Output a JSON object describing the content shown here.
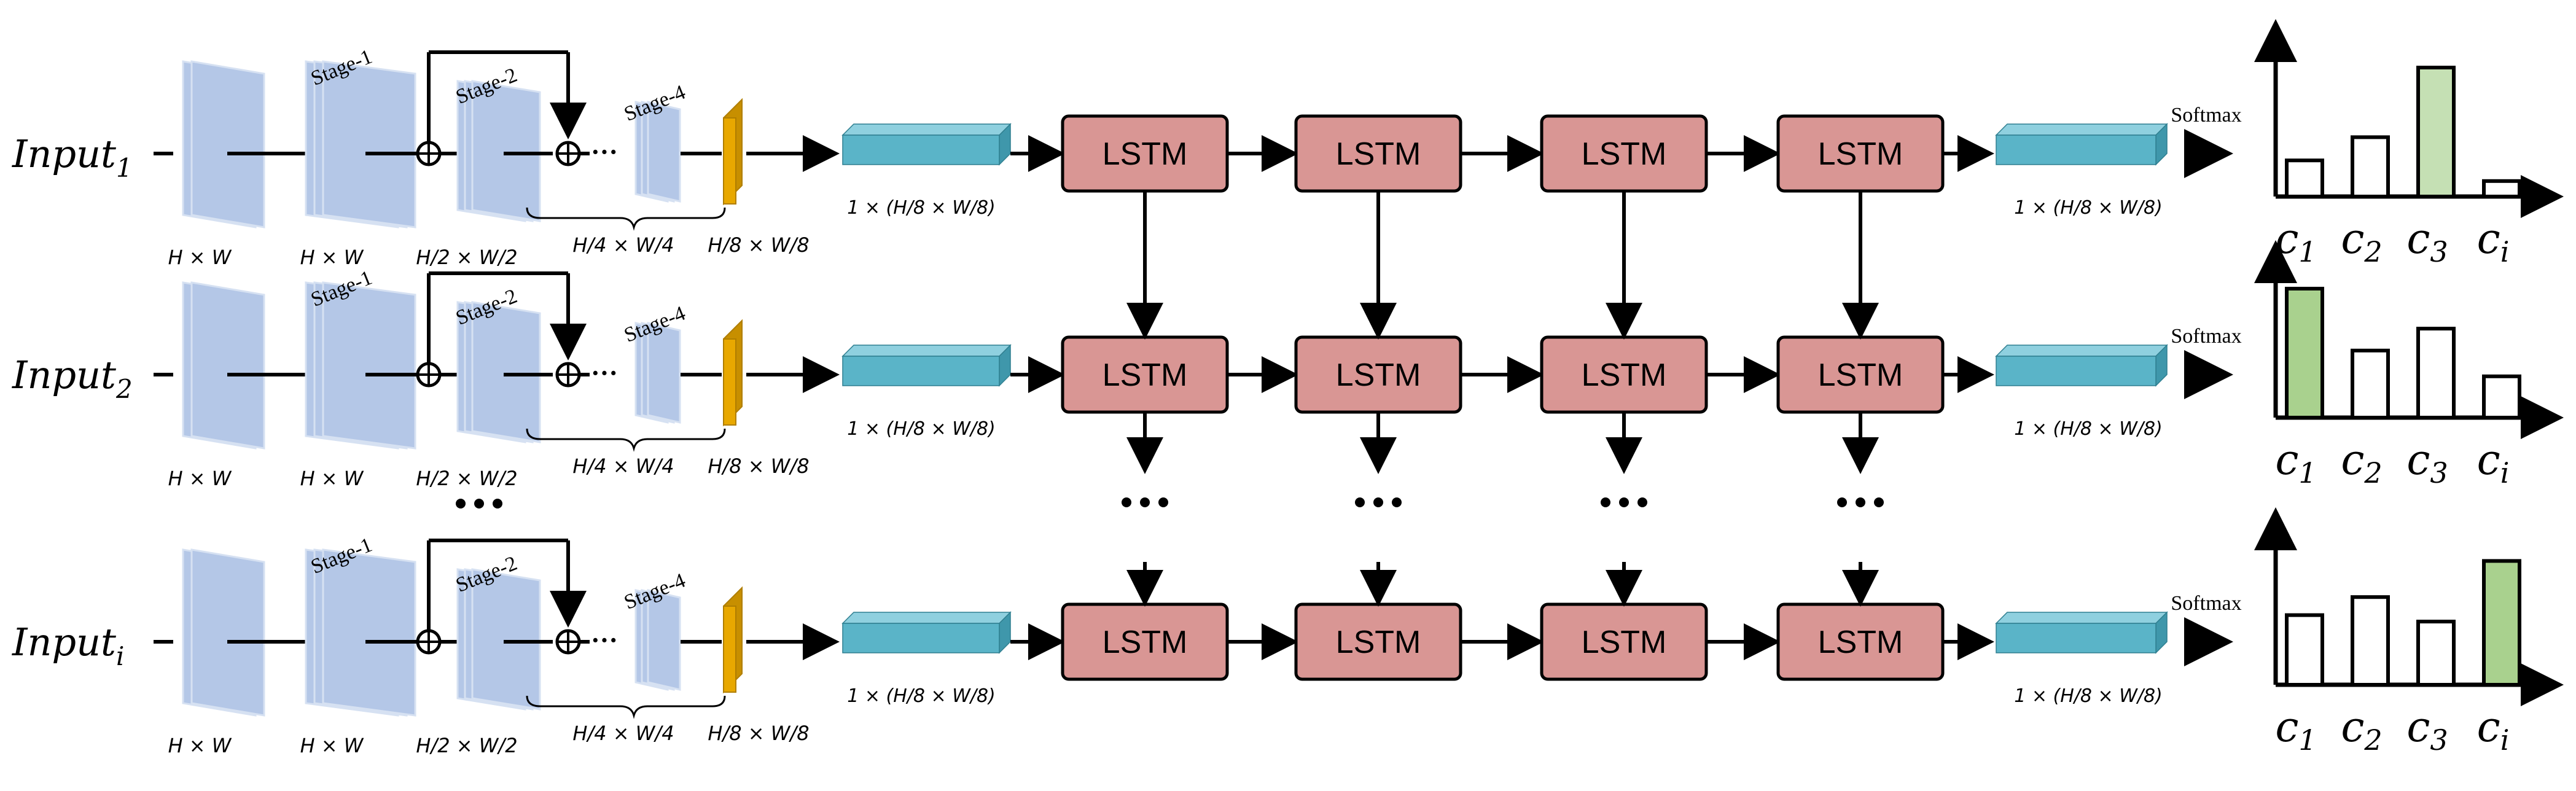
{
  "colors": {
    "feature_map": "#b4c7e7",
    "feature_map_edge": "#d6e1f2",
    "final_map": "#e8a800",
    "final_map_side": "#c78f00",
    "vector_front": "#5ab4c8",
    "vector_top": "#8fd0df",
    "vector_side": "#3f97ab",
    "lstm_fill": "#d99694",
    "line": "#000000",
    "bar_highlight": "#a9d18e",
    "bar_highlight_light": "#c5e0b4"
  },
  "rows": [
    {
      "input_label": "Input",
      "input_sub": "1",
      "stage1": "Stage-1",
      "stage2": "Stage-2",
      "stage4": "Stage-4",
      "dim_hw": "H × W",
      "dim_hw2": "H × W",
      "dim_h2": "H/2 × W/2",
      "dim_h4": "H/4 × W/4",
      "dim_h8": "H/8 × W/8",
      "vec_in": "1 × (H/8 × W/8)",
      "vec_out": "1 × (H/8 × W/8)",
      "lstm": [
        "LSTM",
        "LSTM",
        "LSTM",
        "LSTM"
      ],
      "softmax": "Softmax",
      "classes": [
        {
          "main": "c",
          "sub": "1"
        },
        {
          "main": "c",
          "sub": "2"
        },
        {
          "main": "c",
          "sub": "3"
        },
        {
          "main": "c",
          "sub": "i"
        }
      ],
      "highlight_index": 2,
      "bar_levels": [
        0.28,
        0.46,
        1.0,
        0.12
      ]
    },
    {
      "input_label": "Input",
      "input_sub": "2",
      "stage1": "Stage-1",
      "stage2": "Stage-2",
      "stage4": "Stage-4",
      "dim_hw": "H × W",
      "dim_hw2": "H × W",
      "dim_h2": "H/2 × W/2",
      "dim_h4": "H/4 × W/4",
      "dim_h8": "H/8 × W/8",
      "vec_in": "1 × (H/8 × W/8)",
      "vec_out": "1 × (H/8 × W/8)",
      "lstm": [
        "LSTM",
        "LSTM",
        "LSTM",
        "LSTM"
      ],
      "softmax": "Softmax",
      "classes": [
        {
          "main": "c",
          "sub": "1"
        },
        {
          "main": "c",
          "sub": "2"
        },
        {
          "main": "c",
          "sub": "3"
        },
        {
          "main": "c",
          "sub": "i"
        }
      ],
      "highlight_index": 0,
      "bar_levels": [
        1.0,
        0.52,
        0.69,
        0.32
      ]
    },
    {
      "input_label": "Input",
      "input_sub": "i",
      "stage1": "Stage-1",
      "stage2": "Stage-2",
      "stage4": "Stage-4",
      "dim_hw": "H × W",
      "dim_hw2": "H × W",
      "dim_h2": "H/2 × W/2",
      "dim_h4": "H/4 × W/4",
      "dim_h8": "H/8 × W/8",
      "vec_in": "1 × (H/8 × W/8)",
      "vec_out": "1 × (H/8 × W/8)",
      "lstm": [
        "LSTM",
        "LSTM",
        "LSTM",
        "LSTM"
      ],
      "softmax": "Softmax",
      "classes": [
        {
          "main": "c",
          "sub": "1"
        },
        {
          "main": "c",
          "sub": "2"
        },
        {
          "main": "c",
          "sub": "3"
        },
        {
          "main": "c",
          "sub": "i"
        }
      ],
      "highlight_index": 3,
      "bar_levels": [
        0.54,
        0.68,
        0.49,
        0.96
      ]
    }
  ]
}
